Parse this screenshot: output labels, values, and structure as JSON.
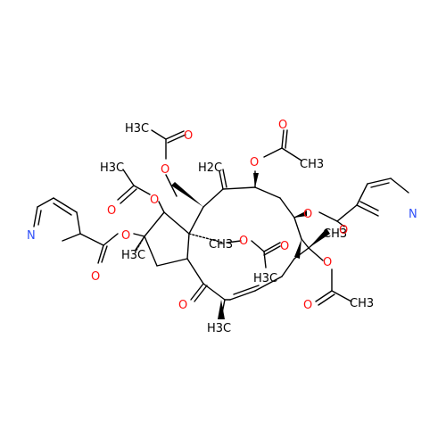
{
  "molecule": {
    "atoms": [
      {
        "id": "ch3-top",
        "text": "H3C",
        "color": "#000000"
      },
      {
        "id": "ch3-left",
        "text": "H3C",
        "color": "#000000"
      },
      {
        "id": "ch2",
        "text": "H2C",
        "color": "#000000"
      },
      {
        "id": "ch3-topright",
        "text": "CH3",
        "color": "#000000"
      },
      {
        "id": "ch3-cyclopentyl",
        "text": "H3C",
        "color": "#000000"
      },
      {
        "id": "ch3-spiro",
        "text": "CH3",
        "color": "#000000"
      },
      {
        "id": "ch3-right",
        "text": "CH3",
        "color": "#000000"
      },
      {
        "id": "ch3-inner",
        "text": "H3C",
        "color": "#000000"
      },
      {
        "id": "ch3-far-right",
        "text": "CH3",
        "color": "#000000"
      },
      {
        "id": "ch3-bottom",
        "text": "H3C",
        "color": "#000000"
      },
      {
        "id": "n-left",
        "text": "N",
        "color": "#3050f8"
      },
      {
        "id": "n-right",
        "text": "N",
        "color": "#3050f8"
      }
    ],
    "oxygens": [
      "O",
      "O",
      "O",
      "O",
      "O",
      "O",
      "O",
      "O",
      "O",
      "O",
      "O",
      "O",
      "O",
      "O",
      "O"
    ]
  }
}
